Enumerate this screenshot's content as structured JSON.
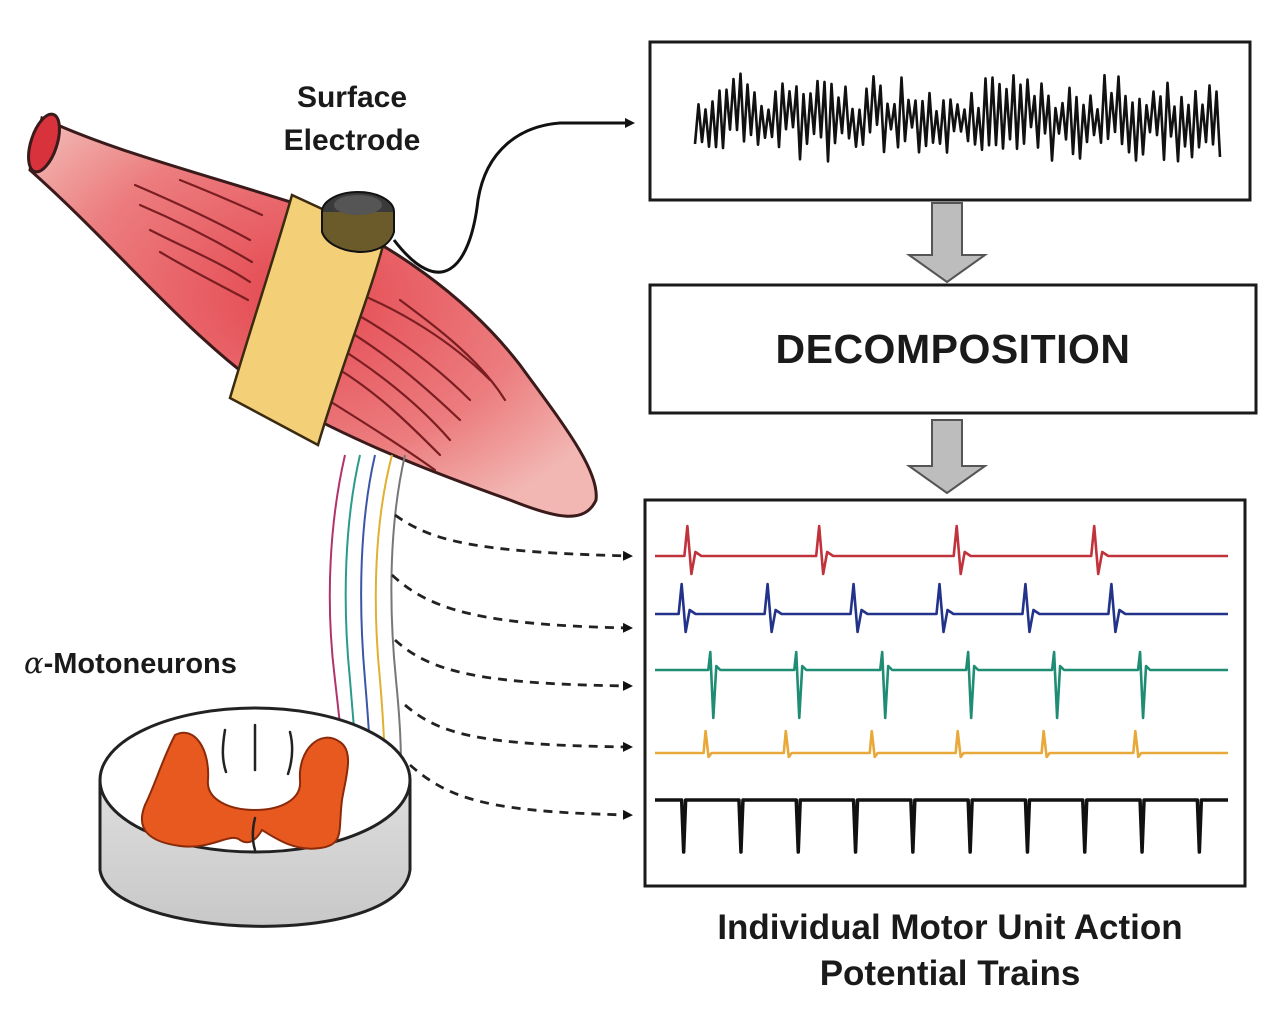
{
  "labels": {
    "surface_electrode_line1": "Surface",
    "surface_electrode_line2": "Electrode",
    "motoneurons_prefix": "α",
    "motoneurons": "-Motoneurons",
    "decomposition": "DECOMPOSITION",
    "caption_line1": "Individual Motor Unit Action",
    "caption_line2": "Potential Trains"
  },
  "colors": {
    "muscle": "#e8585e",
    "muscle_fiber": "#7a1e22",
    "strap": "#f3cf78",
    "gray_matter": "#e8591f",
    "arrow_gray": "#bdbdbd",
    "train_red": "#c0323c",
    "train_blue": "#23338a",
    "train_green": "#1f8c74",
    "train_yellow": "#e8a93a",
    "train_black": "#111111"
  },
  "trains": [
    {
      "color_key": "train_red",
      "spike_times": [
        0.06,
        0.29,
        0.53,
        0.77
      ]
    },
    {
      "color_key": "train_blue",
      "spike_times": [
        0.05,
        0.2,
        0.35,
        0.5,
        0.65,
        0.8
      ]
    },
    {
      "color_key": "train_green",
      "spike_times": [
        0.1,
        0.25,
        0.4,
        0.55,
        0.7,
        0.85
      ]
    },
    {
      "color_key": "train_yellow",
      "spike_times": [
        0.09,
        0.23,
        0.38,
        0.53,
        0.68,
        0.84
      ]
    },
    {
      "color_key": "train_black",
      "spike_times": [
        0.05,
        0.15,
        0.25,
        0.35,
        0.45,
        0.55,
        0.65,
        0.75,
        0.85,
        0.95
      ]
    }
  ]
}
